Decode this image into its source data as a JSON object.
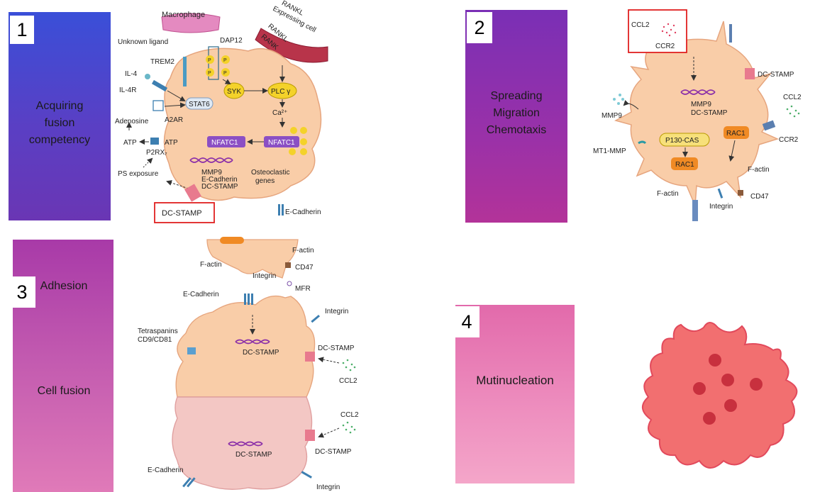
{
  "colors": {
    "panel1_gradient": [
      "#3c4fd6",
      "#6a36b4"
    ],
    "panel2_gradient": [
      "#7a2fb5",
      "#b33399"
    ],
    "panel3_gradient": [
      "#b53aa8",
      "#e07ab8"
    ],
    "panel4_gradient": [
      "#e87ab4",
      "#f4a6c9"
    ],
    "cell_fill": "#f9cda8",
    "cell_stroke": "#e6a57e",
    "highlight_box": "#e02020",
    "multinucleated_fill": "#f26f70",
    "nucleus_fill": "#c8303e"
  },
  "panels": [
    {
      "number": "1",
      "label": "Acquiring\nfusion\ncompetency"
    },
    {
      "number": "2",
      "label": "Spreading\nMigration\nChemotaxis"
    },
    {
      "number": "3",
      "label": "Adhesion",
      "label2": "Cell fusion"
    },
    {
      "number": "4",
      "label": "Mutinucleation"
    }
  ],
  "diagram1": {
    "macrophage": "Macrophage",
    "unknown_ligand": "Unknown ligand",
    "trem2": "TREM2",
    "dap12": "DAP12",
    "rankl": "RANKL",
    "rank": "RANK",
    "rankl_cell": "RANKL\nExpressing cell",
    "il4": "IL-4",
    "il4r": "IL-4R",
    "syk": "SYK",
    "plc": "PLC γ",
    "stat6": "STAT6",
    "a2ar": "A2AR",
    "adenosine": "Adenosine",
    "ca": "Ca²⁺",
    "atp_left": "ATP",
    "atp_right": "ATP",
    "p2rx7": "P2RX₇",
    "nfatc1_a": "NFATC1",
    "nfatc1_b": "NFATC1",
    "ps_exposure": "PS exposure",
    "genes": [
      "MMP9",
      "E-Cadherin",
      "DC-STAMP"
    ],
    "osteoclastic": "Osteoclastic\ngenes",
    "dc_stamp_boxed": "DC-STAMP",
    "e_cadherin": "E-Cadherin",
    "phospho": "P"
  },
  "diagram2": {
    "ccl2_boxed": "CCL2",
    "ccr2_boxed": "CCR2",
    "dc_stamp": "DC-STAMP",
    "mmp9_out": "MMP9",
    "genes": [
      "MMP9",
      "DC-STAMP"
    ],
    "ccl2": "CCL2",
    "ccr2": "CCR2",
    "mt1mmp": "MT1-MMP",
    "p130cas": "P130-CAS",
    "rac1_a": "RAC1",
    "rac1_b": "RAC1",
    "factin_left": "F-actin",
    "factin_right": "F-actin",
    "integrin": "Integrin",
    "cd47": "CD47"
  },
  "diagram3": {
    "factin_top_right": "F-actin",
    "factin_top_left": "F-actin",
    "cd47": "CD47",
    "integrin_top": "Integrin",
    "mfr": "MFR",
    "e_cadherin_top": "E-Cadherin",
    "integrin_right": "Integrin",
    "tetraspanins": "Tetraspanins\nCD9/CD81",
    "dc_stamp_upper_gene": "DC-STAMP",
    "dc_stamp_upper_right": "DC-STAMP",
    "ccl2_upper": "CCL2",
    "ccl2_lower": "CCL2",
    "dc_stamp_lower_gene": "DC-STAMP",
    "dc_stamp_lower_right": "DC-STAMP",
    "e_cadherin_bottom": "E-Cadherin",
    "integrin_bottom": "Integrin"
  }
}
